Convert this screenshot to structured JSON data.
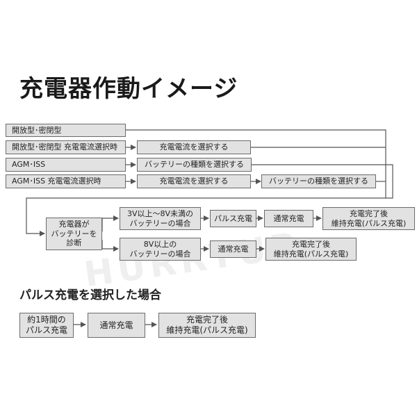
{
  "title": "充電器作動イメージ",
  "rows": {
    "r1": {
      "label": "開放型･密閉型"
    },
    "r2": {
      "label": "開放型･密閉型 充電電流選択時",
      "step1": "充電電流を選択する"
    },
    "r3": {
      "label": "AGM･ISS",
      "step1": "バッテリーの種類を選択する"
    },
    "r4": {
      "label": "AGM･ISS 充電電流選択時",
      "step1": "充電電流を選択する",
      "step2": "バッテリーの種類を選択する"
    }
  },
  "flow": {
    "diagnose": "充電器が\nバッテリーを\n診断",
    "branch_a": {
      "condition": "3V以上～8V未満の\nバッテリーの場合",
      "s1": "パルス充電",
      "s2": "通常充電",
      "s3": "充電完了後\n維持充電(パルス充電)"
    },
    "branch_b": {
      "condition": "8V以上の\nバッテリーの場合",
      "s1": "通常充電",
      "s2": "充電完了後\n維持充電(パルス充電)"
    }
  },
  "pulse": {
    "heading": "パルス充電を選択した場合",
    "s1": "約1時間の\nパルス充電",
    "s2": "通常充電",
    "s3": "充電完了後\n維持充電(パルス充電)"
  },
  "watermark": "HURRYUP",
  "colors": {
    "box_fill": "#e2e2e2",
    "box_border": "#6a6a6a",
    "line": "#555555"
  }
}
